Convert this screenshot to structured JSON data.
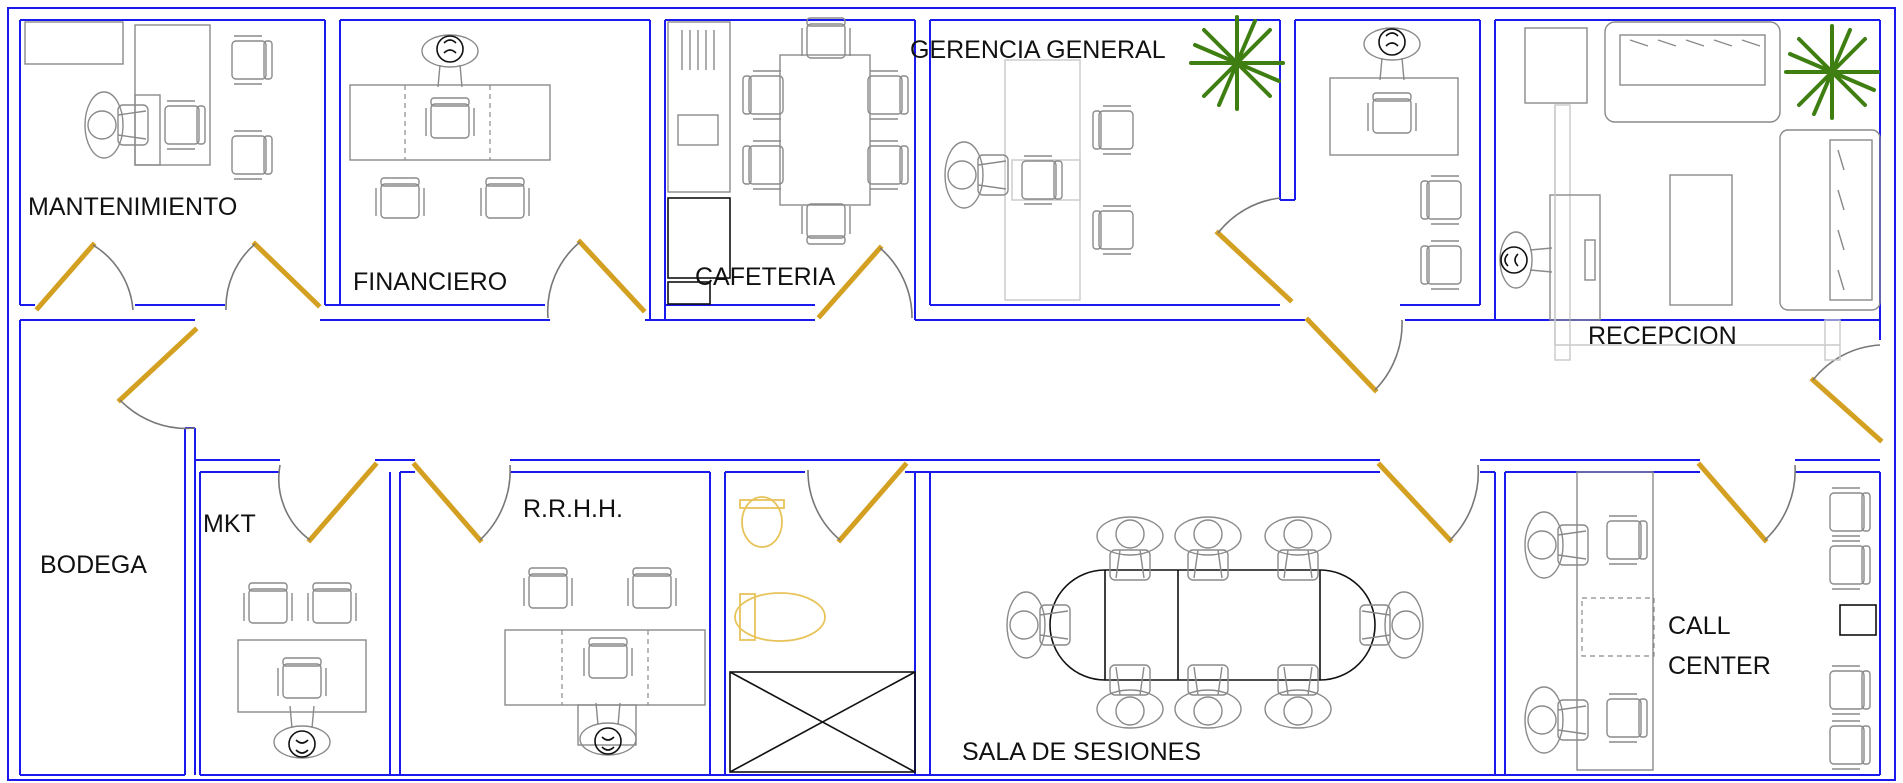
{
  "rooms": {
    "mantenimiento": "MANTENIMIENTO",
    "financiero": "FINANCIERO",
    "cafeteria": "CAFETERIA",
    "gerencia_general": "GERENCIA GENERAL",
    "recepcion": "RECEPCION",
    "bodega": "BODEGA",
    "mkt": "MKT",
    "rrhh": "R.R.H.H.",
    "sala_de_sesiones": "SALA DE SESIONES",
    "call_center_line1": "CALL",
    "call_center_line2": "CENTER"
  },
  "colors": {
    "walls": "#1a1aee",
    "doors": "#d4a021",
    "furniture": "#8a8a8a",
    "plants": "#3f7f12",
    "sanitary": "#e8c35a"
  }
}
